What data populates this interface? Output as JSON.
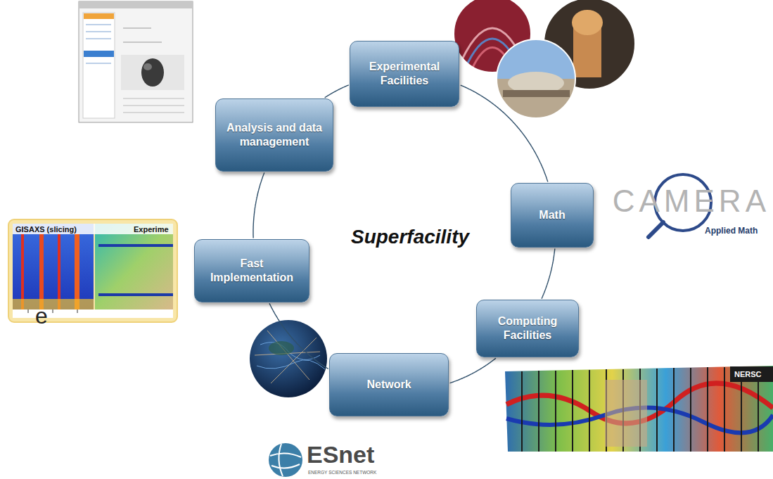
{
  "diagram": {
    "nodes": [
      {
        "text": [
          "Experimental Facilities"
        ]
      },
      {
        "text": [
          "Math"
        ]
      },
      {
        "text": [
          "Computing Facilities"
        ]
      },
      {
        "text": [
          "Network"
        ]
      },
      {
        "text": [
          "Fast Implementation"
        ]
      },
      {
        "text": [
          "Analysis and data management"
        ]
      }
    ],
    "edges": [
      {
        "from": 0,
        "to": 1,
        "arrow": "none"
      },
      {
        "from": 1,
        "to": 2,
        "arrow": "none"
      },
      {
        "from": 2,
        "to": 3,
        "arrow": "none"
      },
      {
        "from": 3,
        "to": 4,
        "arrow": "none"
      },
      {
        "from": 4,
        "to": 5,
        "arrow": "none"
      },
      {
        "from": 5,
        "to": 0,
        "arrow": "none"
      }
    ],
    "labels": [
      "Superfacility",
      "GISAXS (slicing)",
      "Experime",
      "e",
      "CAMERA",
      "Applied Math",
      "NERSC",
      "ESnet",
      "ENERGY SCIENCES NETWORK"
    ]
  }
}
